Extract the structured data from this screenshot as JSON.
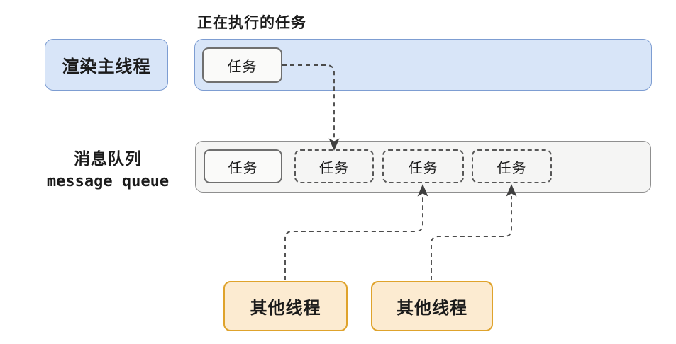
{
  "title": "正在执行的任务",
  "render_main_thread": {
    "label": "渲染主线程"
  },
  "executing_task": {
    "label": "任务"
  },
  "message_queue": {
    "label_zh": "消息队列",
    "label_en": "message queue",
    "tasks": [
      {
        "label": "任务",
        "style": "solid"
      },
      {
        "label": "任务",
        "style": "dashed"
      },
      {
        "label": "任务",
        "style": "dashed"
      },
      {
        "label": "任务",
        "style": "dashed"
      }
    ]
  },
  "other_threads": [
    {
      "label": "其他线程"
    },
    {
      "label": "其他线程"
    }
  ],
  "connectors": [
    {
      "name": "executing-task-to-queue",
      "from": "executing-task",
      "to": "queue-slot-2",
      "style": "dashed-arrow-down"
    },
    {
      "name": "other-thread-1-to-queue",
      "from": "other-thread-1",
      "to": "queue-slot-3",
      "style": "dashed-arrow-up"
    },
    {
      "name": "other-thread-2-to-queue",
      "from": "other-thread-2",
      "to": "queue-slot-4",
      "style": "dashed-arrow-up"
    }
  ],
  "colors": {
    "background": "#FFFFFF",
    "thread_fill": "#D8E5F8",
    "thread_border": "#7D9DD2",
    "queue_fill": "#F5F5F4",
    "queue_border": "#8F8F8F",
    "task_fill": "#FAFAF9",
    "task_border": "#6F6F6F",
    "dashed_task_border": "#575757",
    "other_thread_fill": "#FCEBD1",
    "other_thread_border": "#DFA32C",
    "connector": "#4B4B4B",
    "text": "#1B1B1B"
  }
}
